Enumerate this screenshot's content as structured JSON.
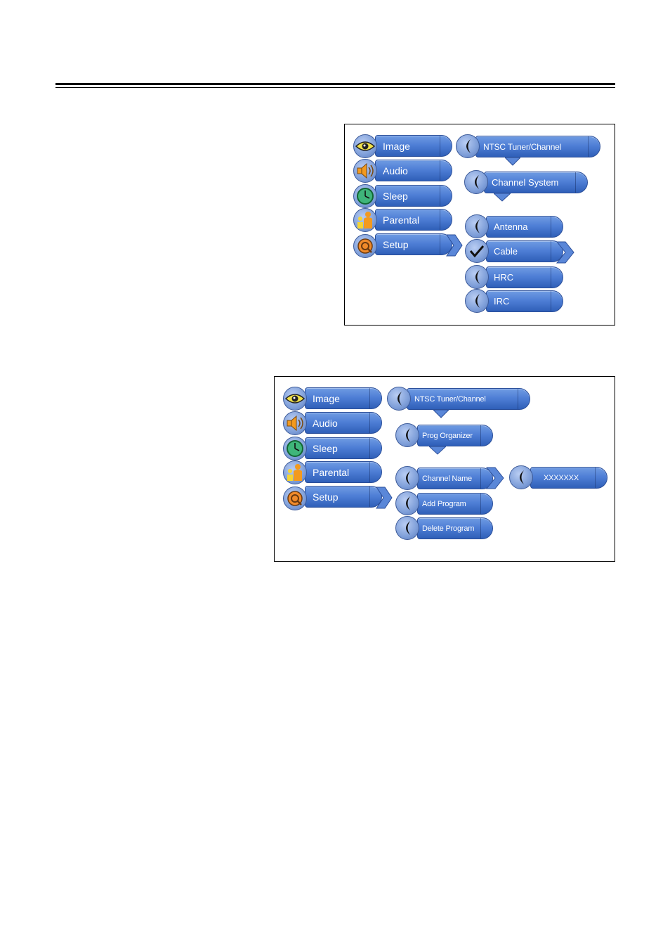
{
  "menu1": {
    "main_items": [
      "Image",
      "Audio",
      "Sleep",
      "Parental",
      "Setup"
    ],
    "tuner": "NTSC Tuner/Channel",
    "submenu": "Channel System",
    "options": [
      "Antenna",
      "Cable",
      "HRC",
      "IRC"
    ]
  },
  "menu2": {
    "main_items": [
      "Image",
      "Audio",
      "Sleep",
      "Parental",
      "Setup"
    ],
    "tuner": "NTSC Tuner/Channel",
    "submenu": "Prog Organizer",
    "options": [
      "Channel Name",
      "Add Program",
      "Delete Program"
    ],
    "name_value": "XXXXXXX"
  },
  "icons": {
    "image": "eye-icon",
    "audio": "speaker-icon",
    "sleep": "clock-icon",
    "parental": "family-icon",
    "setup": "setup-icon",
    "option": "crescent-icon",
    "selected": "checkmark-icon"
  },
  "colors": {
    "pill": "#4f7fd6",
    "pill_border": "#2b4f9a",
    "frame": "#000000"
  }
}
